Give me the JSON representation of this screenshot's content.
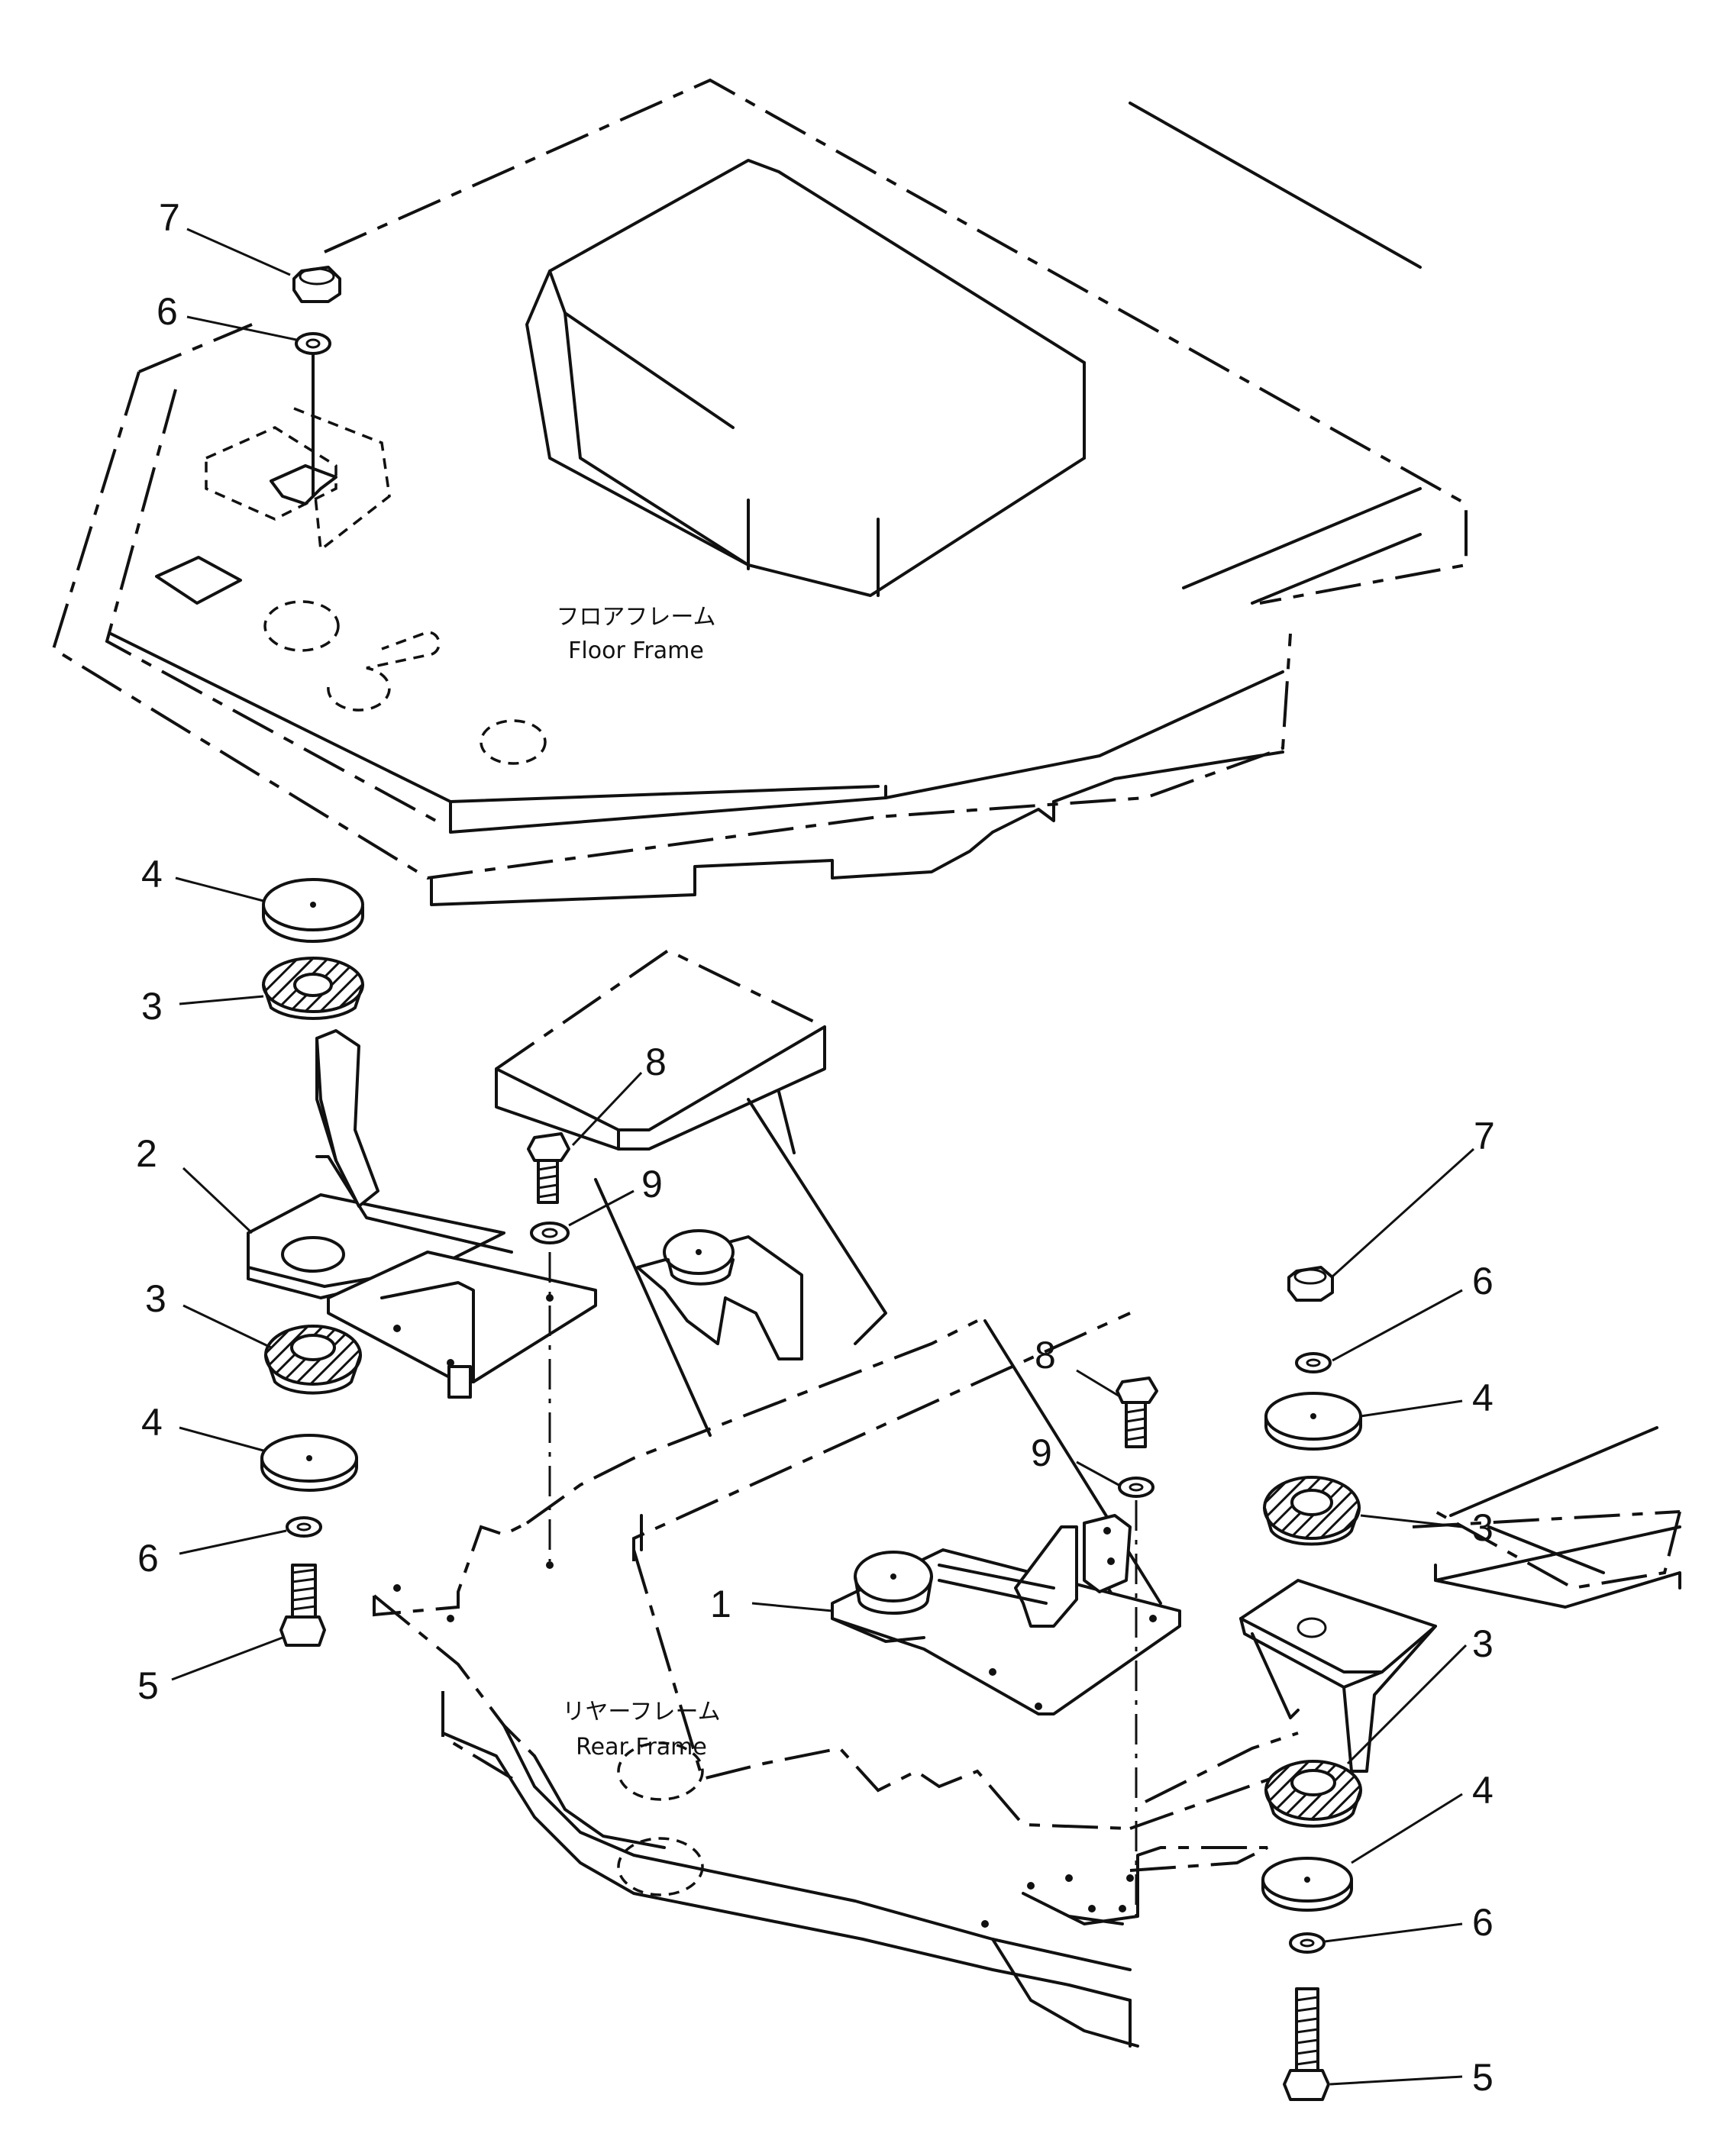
{
  "frames": {
    "floor": {
      "jp": "フロアフレーム",
      "en": "Floor Frame"
    },
    "rear": {
      "jp": "リヤーフレーム",
      "en": "Rear Frame"
    }
  },
  "callouts": {
    "c7a": "7",
    "c6a": "6",
    "c4a": "4",
    "c3a": "3",
    "c2": "2",
    "c8a": "8",
    "c9a": "9",
    "c3b": "3",
    "c4b": "4",
    "c6b": "6",
    "c5a": "5",
    "c7b": "7",
    "c6c": "6",
    "c8b": "8",
    "c4c": "4",
    "c9b": "9",
    "c3c": "3",
    "c1": "1",
    "c3d": "3",
    "c4d": "4",
    "c6d": "6",
    "c5b": "5"
  }
}
